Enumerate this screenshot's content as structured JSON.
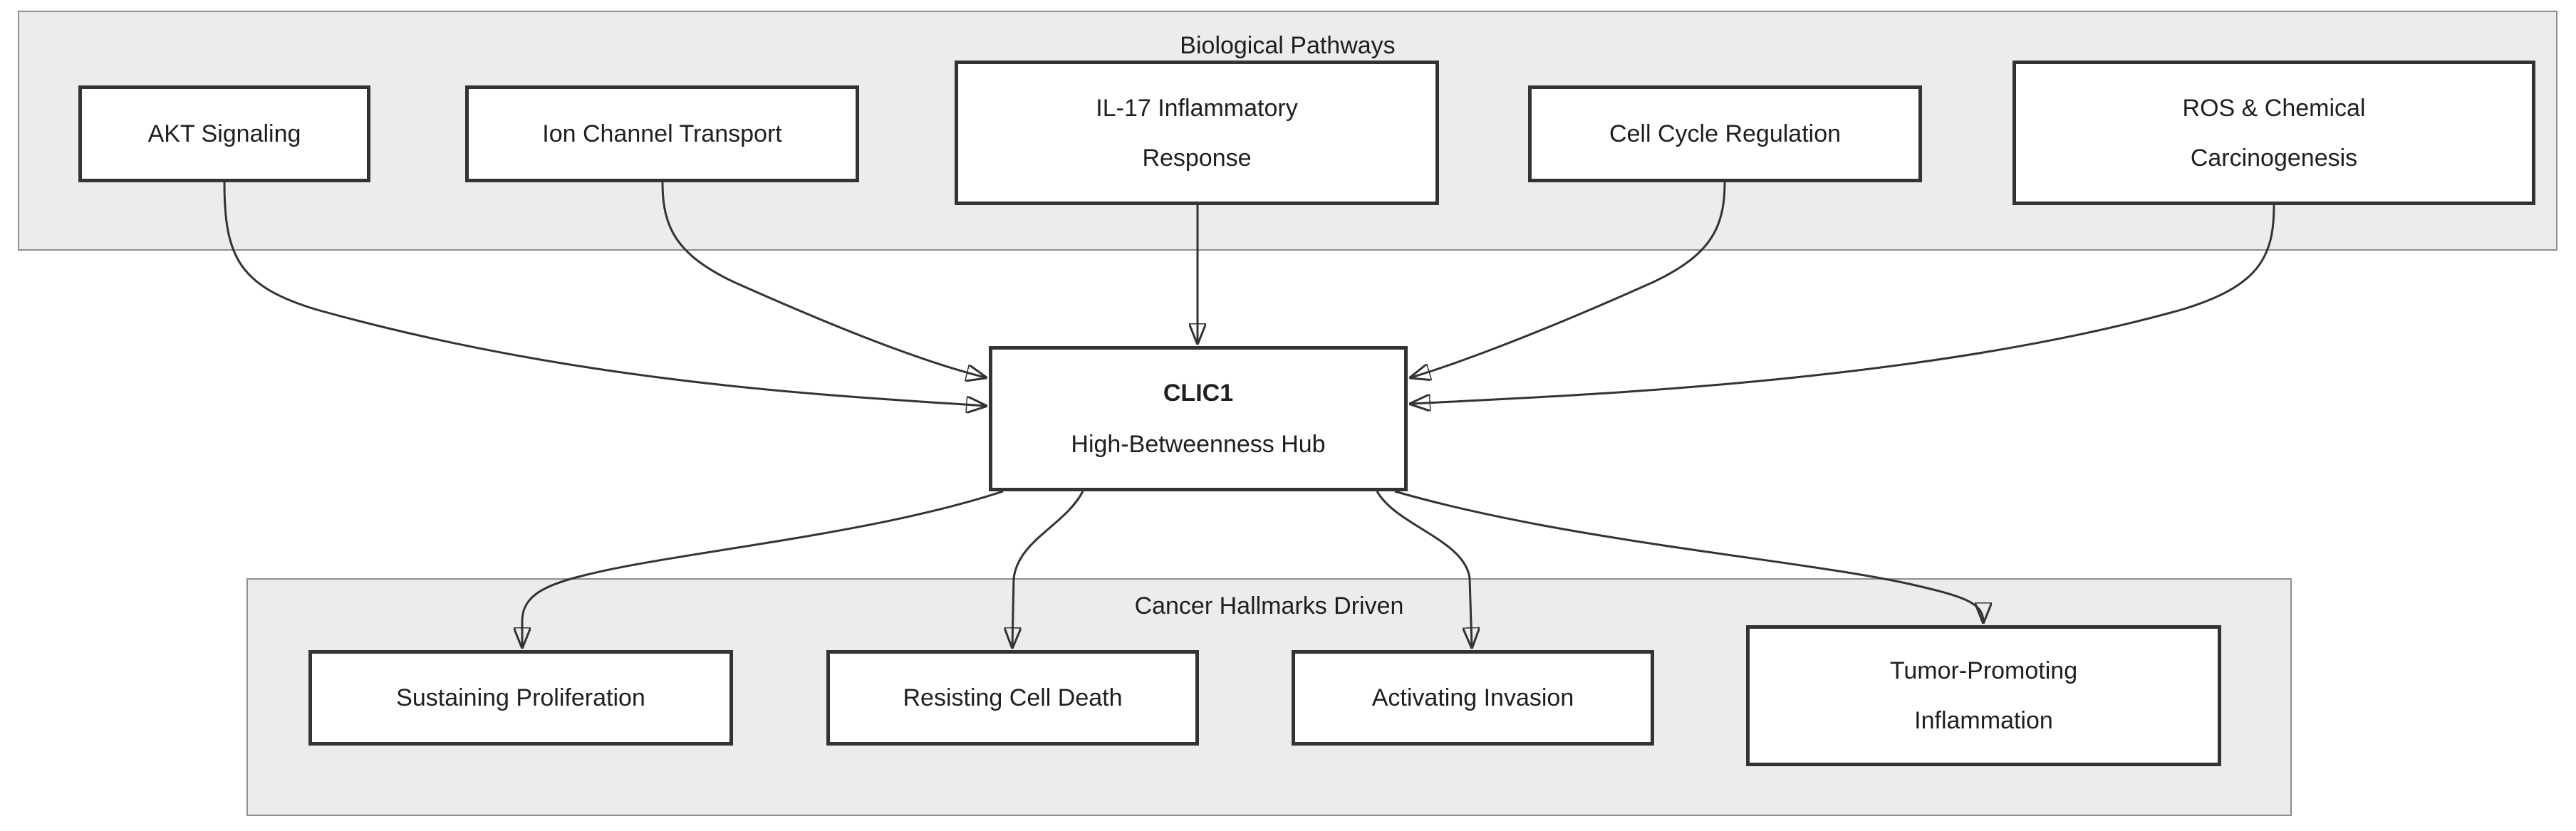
{
  "diagram": {
    "type": "flowchart",
    "clusters": {
      "pathways": {
        "label": "Biological Pathways"
      },
      "hallmarks": {
        "label": "Cancer Hallmarks Driven"
      }
    },
    "nodes": {
      "akt": {
        "label": "AKT Signaling"
      },
      "ion": {
        "label": "Ion Channel Transport"
      },
      "il17": {
        "label": "IL-17 Inflammatory\nResponse"
      },
      "cellcycle": {
        "label": "Cell Cycle Regulation"
      },
      "ros": {
        "label": "ROS & Chemical\nCarcinogenesis"
      },
      "clic1": {
        "title": "CLIC1",
        "subtitle": "High-Betweenness Hub"
      },
      "proliferation": {
        "label": "Sustaining Proliferation"
      },
      "celldeath": {
        "label": "Resisting Cell Death"
      },
      "invasion": {
        "label": "Activating Invasion"
      },
      "inflammation": {
        "label": "Tumor-Promoting\nInflammation"
      }
    },
    "edges": [
      {
        "from": "AKT Signaling",
        "to": "CLIC1"
      },
      {
        "from": "Ion Channel Transport",
        "to": "CLIC1"
      },
      {
        "from": "IL-17 Inflammatory Response",
        "to": "CLIC1"
      },
      {
        "from": "Cell Cycle Regulation",
        "to": "CLIC1"
      },
      {
        "from": "ROS & Chemical Carcinogenesis",
        "to": "CLIC1"
      },
      {
        "from": "CLIC1",
        "to": "Sustaining Proliferation"
      },
      {
        "from": "CLIC1",
        "to": "Resisting Cell Death"
      },
      {
        "from": "CLIC1",
        "to": "Activating Invasion"
      },
      {
        "from": "CLIC1",
        "to": "Tumor-Promoting Inflammation"
      }
    ],
    "colors": {
      "node_fill": "#ffffff",
      "node_border": "#333333",
      "cluster_fill": "#ececec",
      "cluster_border": "#8e8e8e",
      "edge": "#333333",
      "text": "#1f1f1f",
      "background": "#ffffff"
    }
  }
}
